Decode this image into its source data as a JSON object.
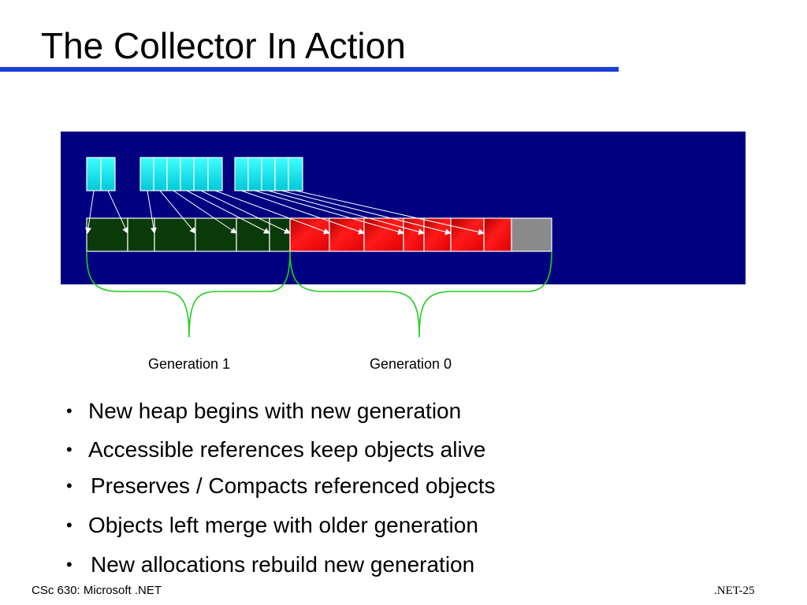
{
  "slide": {
    "title": "The Collector In Action"
  },
  "diagram": {
    "generation_labels": [
      "Generation 1",
      "Generation 0"
    ],
    "colors": {
      "panel": "#000080",
      "root_cell": "#00e5e5",
      "gen1_cell": "#0a3a0a",
      "gen0_cell": "#ee0000",
      "free_cell": "#8a8a8a",
      "brace": "#22cc22",
      "title_rule": "#1c3fd6"
    }
  },
  "bullets": [
    "New heap begins with new generation",
    "Accessible references keep objects alive",
    "Preserves / Compacts referenced objects",
    "Objects left merge with older generation",
    "New allocations rebuild new generation"
  ],
  "footer": {
    "left": "CSc 630: Microsoft .NET",
    "right": ".NET-25"
  }
}
